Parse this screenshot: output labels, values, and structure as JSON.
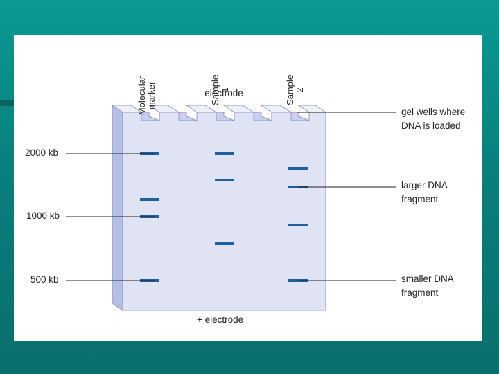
{
  "colors": {
    "background": "#0a8a86",
    "panel": "#ffffff",
    "gel_face": "#dfe3f3",
    "gel_side": "#b6bee4",
    "gel_top": "#e9ecf8",
    "band": "#1f5f9f",
    "line": "#222222"
  },
  "lanes": {
    "marker": [
      "Molecular",
      "marker"
    ],
    "sample1": [
      "Sample",
      "1"
    ],
    "sample2": [
      "Sample",
      "2"
    ]
  },
  "electrodes": {
    "negative": "– electrode",
    "positive": "+ electrode"
  },
  "size_labels": {
    "s2000": "2000 kb",
    "s1000": "1000 kb",
    "s500": "500 kb"
  },
  "callouts": {
    "wells": [
      "gel wells where",
      "DNA is loaded"
    ],
    "larger": [
      "larger DNA",
      "fragment"
    ],
    "smaller": [
      "smaller DNA",
      "fragment"
    ]
  }
}
